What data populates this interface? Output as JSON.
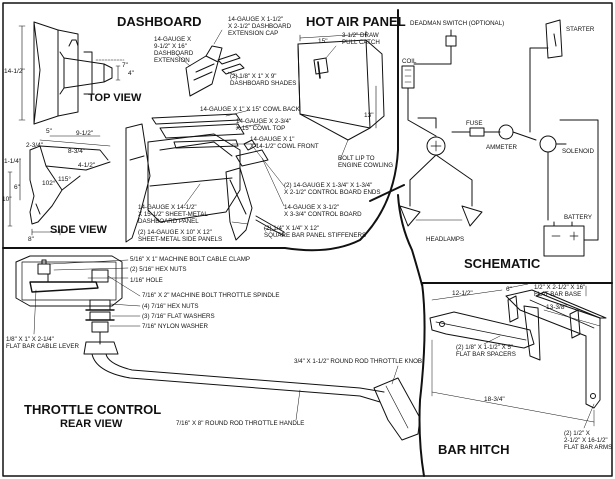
{
  "sections": {
    "dashboard": "DASHBOARD",
    "hot_air_panel": "HOT AIR PANEL",
    "top_view": "TOP VIEW",
    "side_view": "SIDE VIEW",
    "schematic": "SCHEMATIC",
    "throttle_control": "THROTTLE CONTROL",
    "rear_view": "REAR VIEW",
    "bar_hitch": "BAR HITCH"
  },
  "dashboard_labels": {
    "extension": "14-GAUGE X\n9-1/2\" X 16\"\nDASHBOARD\nEXTENSION",
    "extension_cap": "14-GAUGE X 1-1/2\"\nX 2-1/2\" DASHBOARD\nEXTENSION CAP",
    "shades": "(2) 1/8\" X 1\" X 9\"\nDASHBOARD SHADES",
    "cowl_back": "14-GAUGE X 1\" X 15\" COWL BACK",
    "cowl_top": "14-GAUGE X 2-3/4\"\nX 15\" COWL TOP",
    "cowl_front": "14-GAUGE X 1\"\nX 14-1/2\" COWL FRONT",
    "control_board_ends": "(2) 14-GAUGE X 1-3/4\" X 1-3/4\"\nX 2-1/2\" CONTROL BOARD ENDS",
    "control_board": "14-GAUGE X 3-1/2\"\nX 3-3/4\" CONTROL BOARD",
    "sheet_metal_panel": "14-GAUGE X 14-1/2\"\nX 15-1/2\" SHEET-METAL\nDASHBOARD PANEL",
    "side_panels": "(2) 14-GAUGE X 10\" X 12\"\nSHEET-METAL SIDE PANELS",
    "stiffeners": "(2) 1/4\" X 1/4\" X 12\"\nSQUARE BAR PANEL STIFFENERS"
  },
  "dashboard_dims": {
    "top_width": "14-1/2\"",
    "top_inner": "7\"",
    "top_four": "4\"",
    "side_5": "5\"",
    "side_9_1_2": "9-1/2\"",
    "side_2_3_4": "2-3/4\"",
    "side_8_3_4": "8-3/4\"",
    "side_4_1_2": "4-1/2\"",
    "side_1_1_4": "1-1/4\"",
    "side_6": "6\"",
    "side_102": "102°",
    "side_115": "115°",
    "side_10": "10\"",
    "side_8": "8\""
  },
  "hot_air_labels": {
    "pull_catch": "3-1/2\" DRAW\nPULL CATCH",
    "width": "15\"",
    "height": "13\"",
    "bolt_lip": "BOLT LIP TO\nENGINE COWLING"
  },
  "schematic_labels": {
    "deadman_switch": "DEADMAN SWITCH (OPTIONAL)",
    "starter": "STARTER",
    "coil": "COIL",
    "fuse": "FUSE",
    "ammeter": "AMMETER",
    "solenoid": "SOLENOID",
    "battery": "BATTERY",
    "headlamps": "HEADLAMPS"
  },
  "throttle_labels": {
    "cable_clamp": "5/16\" X 1\" MACHINE BOLT CABLE CLAMP",
    "hex_nuts_516": "(2) 5/16\" HEX NUTS",
    "hole": "1/16\" HOLE",
    "spindle": "7/16\" X 2\" MACHINE BOLT THROTTLE SPINDLE",
    "hex_nuts_716": "(4) 7/16\" HEX NUTS",
    "flat_washers": "(3) 7/16\" FLAT WASHERS",
    "nylon_washer": "7/16\" NYLON WASHER",
    "cable_lever": "1/8\" X 1\" X 2-1/4\"\nFLAT BAR CABLE LEVER",
    "knob": "3/4\" X 1-1/2\" ROUND ROD THROTTLE KNOB",
    "handle": "7/16\" X 8\" ROUND ROD THROTTLE HANDLE"
  },
  "bar_hitch_labels": {
    "dim_12_1_2": "12-1/2\"",
    "dim_6": "6\"",
    "flat_bar_base": "1/2\" X 2-1/2\" X 16\"\nFLAT BAR BASE",
    "dim_13_3_8": "13-3/8\"",
    "spacers": "(2) 1/8\" X 1-1/2\" X 5\"\nFLAT BAR SPACERS",
    "dim_18_3_4": "18-3/4\"",
    "arms": "(2) 1/2\" X\n2-1/2\" X 16-1/2\"\nFLAT BAR ARMS"
  }
}
